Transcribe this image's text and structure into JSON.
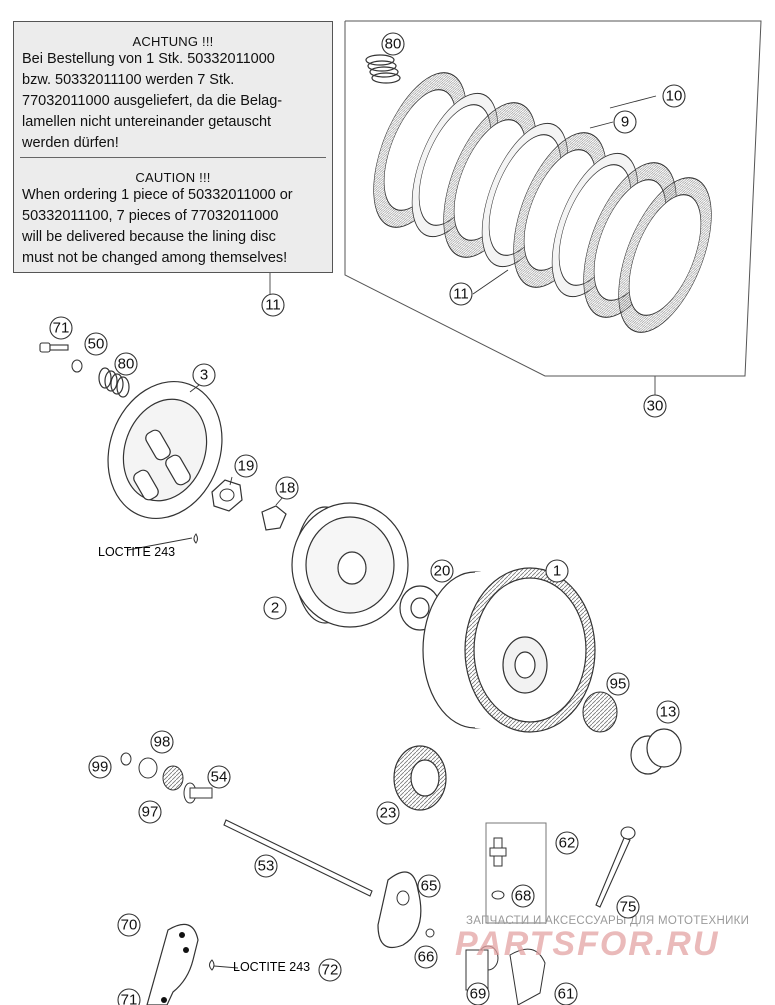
{
  "note": {
    "de_title": "ACHTUNG !!!",
    "de_text": "Bei Bestellung von 1 Stk. 50332011000\nbzw. 50332011100 werden 7 Stk.\n77032011000 ausgeliefert, da die Belag-\nlamellen nicht untereinander getauscht\nwerden dürfen!",
    "en_title": "CAUTION !!!",
    "en_text": "When ordering 1 piece of 50332011000 or\n50332011100, 7 pieces of 77032011000\nwill be delivered because the lining disc\nmust not be changed among themselves!"
  },
  "callouts": {
    "c80a": "80",
    "c10": "10",
    "c9": "9",
    "c11a": "11",
    "c30": "30",
    "c11b": "11",
    "c71a": "71",
    "c50": "50",
    "c80b": "80",
    "c3": "3",
    "c19": "19",
    "c18": "18",
    "c2": "2",
    "c20": "20",
    "c1": "1",
    "c95": "95",
    "c13": "13",
    "c98": "98",
    "c99": "99",
    "c54": "54",
    "c97": "97",
    "c23": "23",
    "c53": "53",
    "c62": "62",
    "c68": "68",
    "c65": "65",
    "c75": "75",
    "c70": "70",
    "c66": "66",
    "c72": "72",
    "c71b": "71",
    "c69": "69",
    "c61": "61"
  },
  "labels": {
    "loctite_1": "LOCTITE 243",
    "loctite_2": "LOCTITE 243"
  },
  "watermark": {
    "line1": "ЗАПЧАСТИ И АКСЕССУАРЫ ДЛЯ МОТОТЕХНИКИ",
    "line2": "PARTSFOR.RU"
  }
}
